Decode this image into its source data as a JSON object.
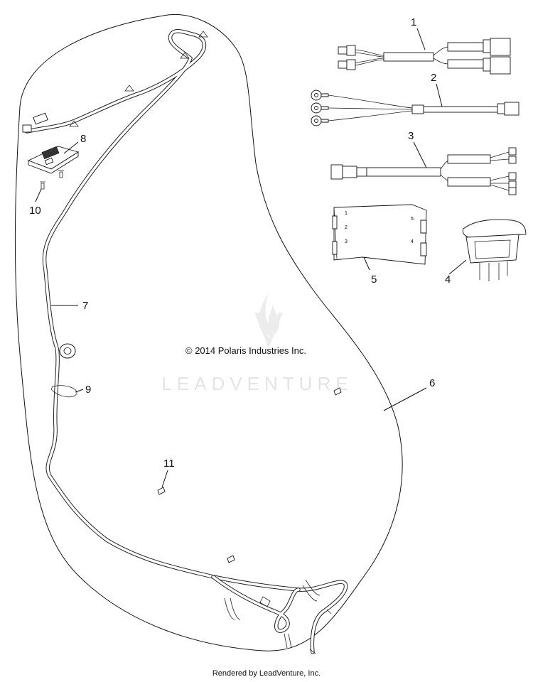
{
  "copyright": "© 2014 Polaris Industries Inc.",
  "watermark": "LEADVENTURE",
  "footer": "Rendered by LeadVenture, Inc.",
  "callouts": [
    "1",
    "2",
    "3",
    "4",
    "5",
    "6",
    "7",
    "8",
    "9",
    "10",
    "11"
  ],
  "module_labels": [
    "1",
    "2",
    "3",
    "4",
    "5"
  ]
}
